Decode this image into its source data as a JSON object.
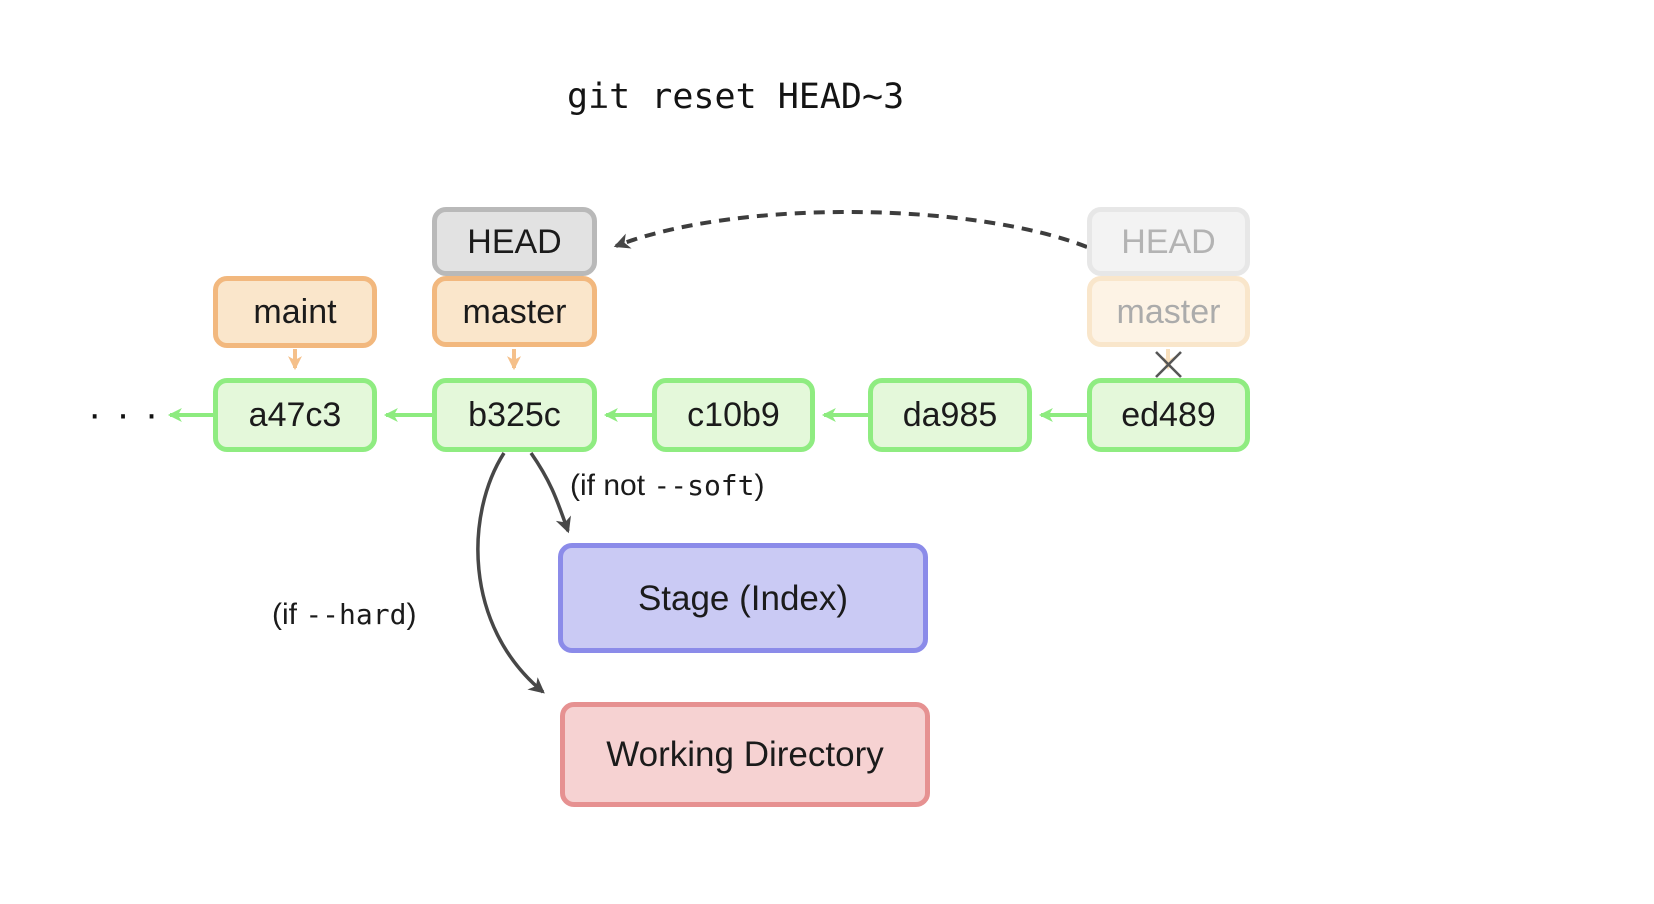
{
  "title": "git reset HEAD~3",
  "branch_labels": {
    "head": "HEAD",
    "master": "master",
    "maint": "maint",
    "old_head": "HEAD",
    "old_master": "master"
  },
  "commits": [
    {
      "id": "a47c3"
    },
    {
      "id": "b325c"
    },
    {
      "id": "c10b9"
    },
    {
      "id": "da985"
    },
    {
      "id": "ed489"
    }
  ],
  "ellipsis": "· · ·",
  "annotations": {
    "soft_prefix": "(if not ",
    "soft_code": "--soft",
    "soft_suffix": ")",
    "hard_prefix": "(if ",
    "hard_code": "--hard",
    "hard_suffix": ")"
  },
  "areas": {
    "stage": "Stage (Index)",
    "working_directory": "Working Directory"
  },
  "colors": {
    "commit_fill": "#e4f8da",
    "commit_border": "#8fec81",
    "branch_fill": "#fae6cb",
    "branch_border": "#f2b87e",
    "head_fill": "#e2e2e2",
    "head_border": "#b9b9b9",
    "old_head_fill": "#f3f3f3",
    "old_head_border": "#e7e7e7",
    "old_head_text": "#b3b3b3",
    "old_branch_fill": "#fdf3e5",
    "old_branch_border": "#f9e6cb",
    "old_branch_text": "#ababab",
    "stage_fill": "#cacaf4",
    "stage_border": "#8b8be9",
    "working_fill": "#f6d2d2",
    "working_border": "#e69191",
    "green_arrow": "#8deb7f",
    "orange_arrow": "#f5c08a",
    "faded_orange_arrow": "#f9e0bd",
    "dark_arrow": "#474747"
  }
}
